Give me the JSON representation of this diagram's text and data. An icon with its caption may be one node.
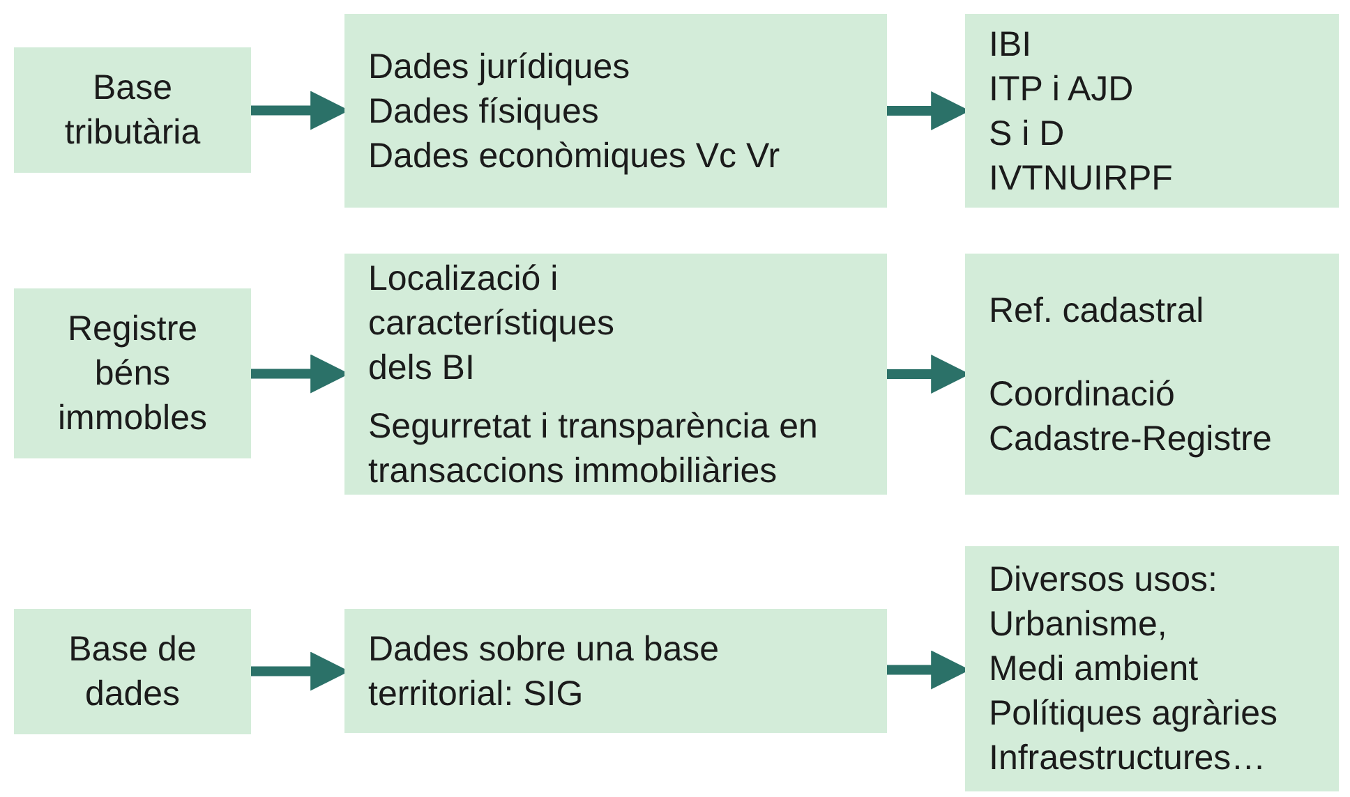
{
  "diagram": {
    "nodes": [
      {
        "text": [
          "Base tributària"
        ]
      },
      {
        "text": [
          "Dades jurídiques",
          "Dades físiques",
          "Dades econòmiques Vc Vr"
        ]
      },
      {
        "text": [
          "IBI",
          "ITP i AJD",
          "S i D",
          "IVTNUIRPF"
        ]
      },
      {
        "text": [
          "Registre béns immobles"
        ]
      },
      {
        "text": [
          "Localizació i característiques dels BI",
          "Segurretat i transparència en transaccions immobiliàries"
        ]
      },
      {
        "text": [
          "Ref. cadastral",
          "Coordinació Cadastre-Registre"
        ]
      },
      {
        "text": [
          "Base de dades"
        ]
      },
      {
        "text": [
          "Dades sobre una base territorial: SIG"
        ]
      },
      {
        "text": [
          "Diversos usos:",
          "Urbanisme,",
          "Medi ambient",
          "Polítiques agràries",
          "Infraestructures…"
        ]
      }
    ],
    "edges": [
      {
        "from": 0,
        "to": 1,
        "arrow": "to"
      },
      {
        "from": 1,
        "to": 2,
        "arrow": "to"
      },
      {
        "from": 3,
        "to": 4,
        "arrow": "to"
      },
      {
        "from": 4,
        "to": 5,
        "arrow": "to"
      },
      {
        "from": 6,
        "to": 7,
        "arrow": "to"
      },
      {
        "from": 7,
        "to": 8,
        "arrow": "to"
      }
    ]
  }
}
